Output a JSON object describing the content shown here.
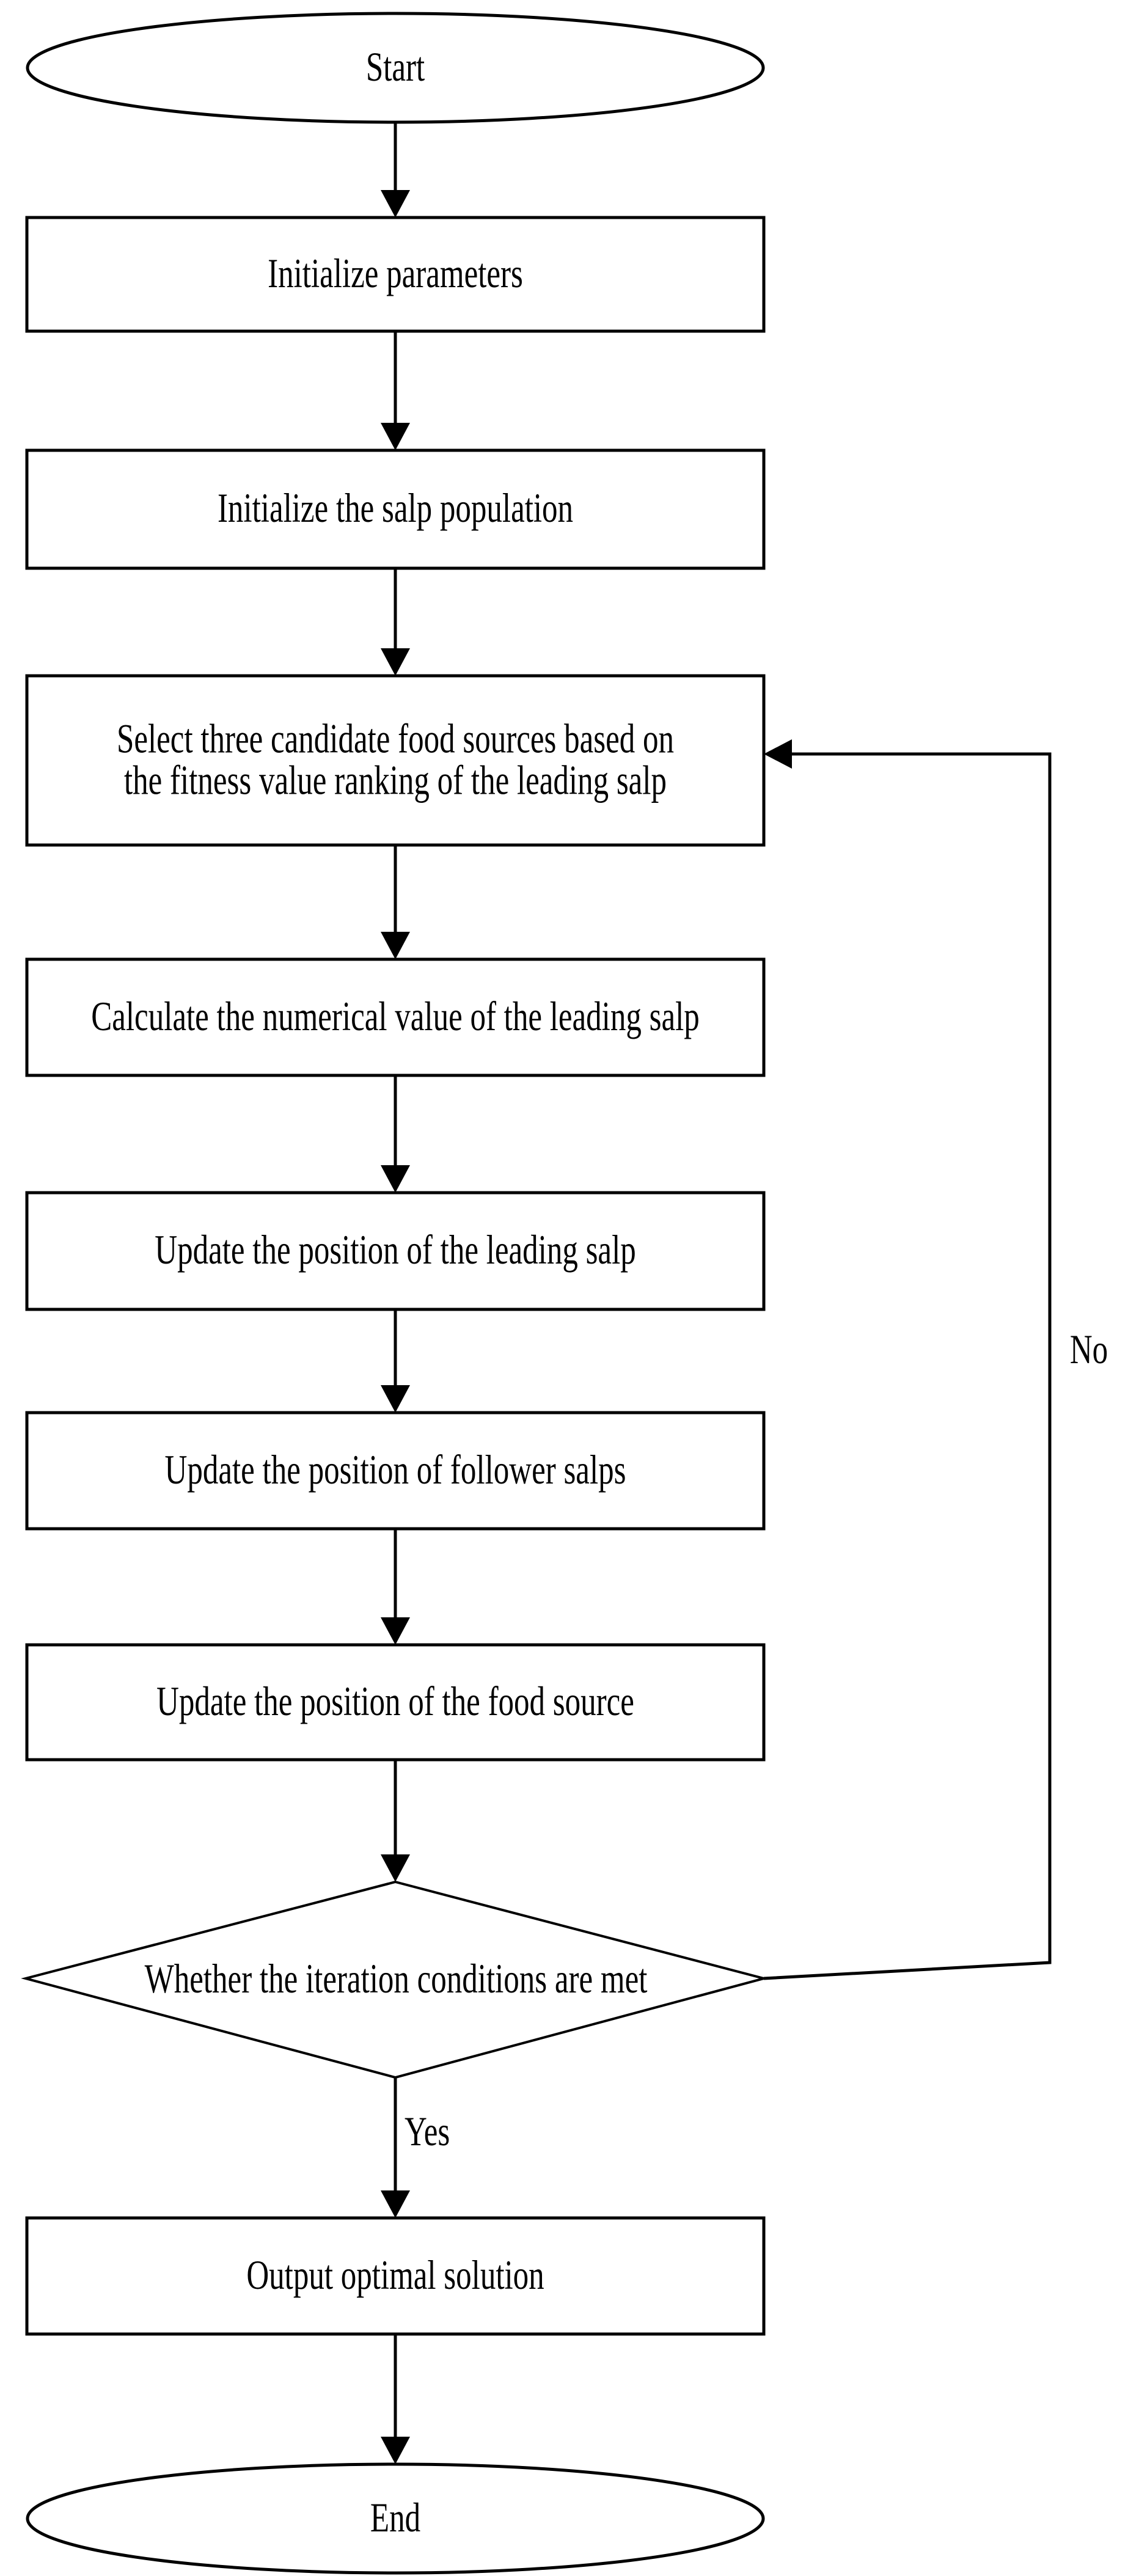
{
  "diagram": {
    "type": "flowchart",
    "background_color": "#ffffff",
    "stroke_color": "#000000",
    "text_color": "#000000",
    "nodes": {
      "start": {
        "shape": "terminator",
        "label": "Start"
      },
      "initialize_parameters": {
        "shape": "process",
        "label": "Initialize parameters"
      },
      "initialize_salp_population": {
        "shape": "process",
        "label": "Initialize the salp population"
      },
      "select_candidate_food_sources": {
        "shape": "process",
        "label_lines": [
          "Select three candidate food sources based on",
          "the fitness value ranking of the leading salp"
        ]
      },
      "calculate_numerical_value": {
        "shape": "process",
        "label": "Calculate the numerical value of the leading salp"
      },
      "update_leading_salp": {
        "shape": "process",
        "label": "Update the position of the leading salp"
      },
      "update_follower_salps": {
        "shape": "process",
        "label": "Update the position of follower salps"
      },
      "update_food_source": {
        "shape": "process",
        "label": "Update the position of the food source"
      },
      "iteration_decision": {
        "shape": "decision",
        "label": "Whether the iteration conditions are met"
      },
      "output_optimal_solution": {
        "shape": "process",
        "label": "Output optimal solution"
      },
      "end": {
        "shape": "terminator",
        "label": "End"
      }
    },
    "edge_labels": {
      "yes": "Yes",
      "no": "No"
    },
    "edges": [
      {
        "from": "start",
        "to": "initialize_parameters"
      },
      {
        "from": "initialize_parameters",
        "to": "initialize_salp_population"
      },
      {
        "from": "initialize_salp_population",
        "to": "select_candidate_food_sources"
      },
      {
        "from": "select_candidate_food_sources",
        "to": "calculate_numerical_value"
      },
      {
        "from": "calculate_numerical_value",
        "to": "update_leading_salp"
      },
      {
        "from": "update_leading_salp",
        "to": "update_follower_salps"
      },
      {
        "from": "update_follower_salps",
        "to": "update_food_source"
      },
      {
        "from": "update_food_source",
        "to": "iteration_decision"
      },
      {
        "from": "iteration_decision",
        "to": "output_optimal_solution",
        "label": "Yes"
      },
      {
        "from": "iteration_decision",
        "to": "select_candidate_food_sources",
        "label": "No"
      },
      {
        "from": "output_optimal_solution",
        "to": "end"
      }
    ]
  }
}
